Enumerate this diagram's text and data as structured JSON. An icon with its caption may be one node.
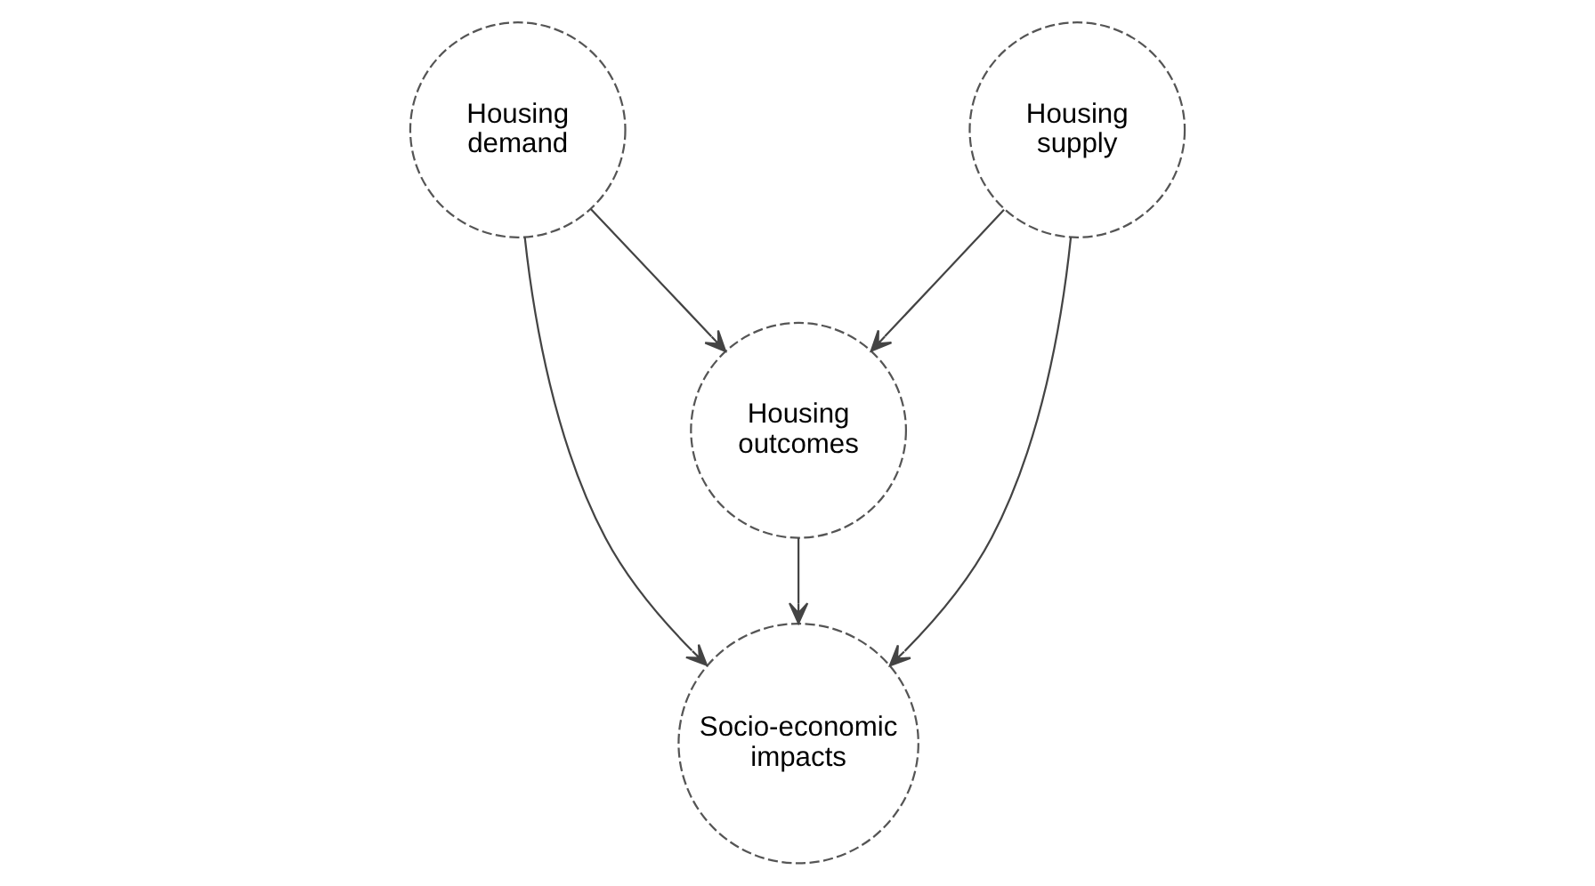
{
  "diagram": {
    "nodes": [
      {
        "text": [
          "Housing demand"
        ]
      },
      {
        "text": [
          "Housing outcomes"
        ]
      },
      {
        "text": [
          "Housing supply"
        ]
      },
      {
        "text": [
          "Socio-economic impacts"
        ]
      }
    ],
    "edges": [
      {
        "from": 0,
        "to": 1,
        "arrow": "to"
      },
      {
        "from": 2,
        "to": 1,
        "arrow": "to"
      },
      {
        "from": 0,
        "to": 3,
        "arrow": "to"
      },
      {
        "from": 1,
        "to": 3,
        "arrow": "to"
      },
      {
        "from": 2,
        "to": 3,
        "arrow": "to"
      }
    ]
  }
}
